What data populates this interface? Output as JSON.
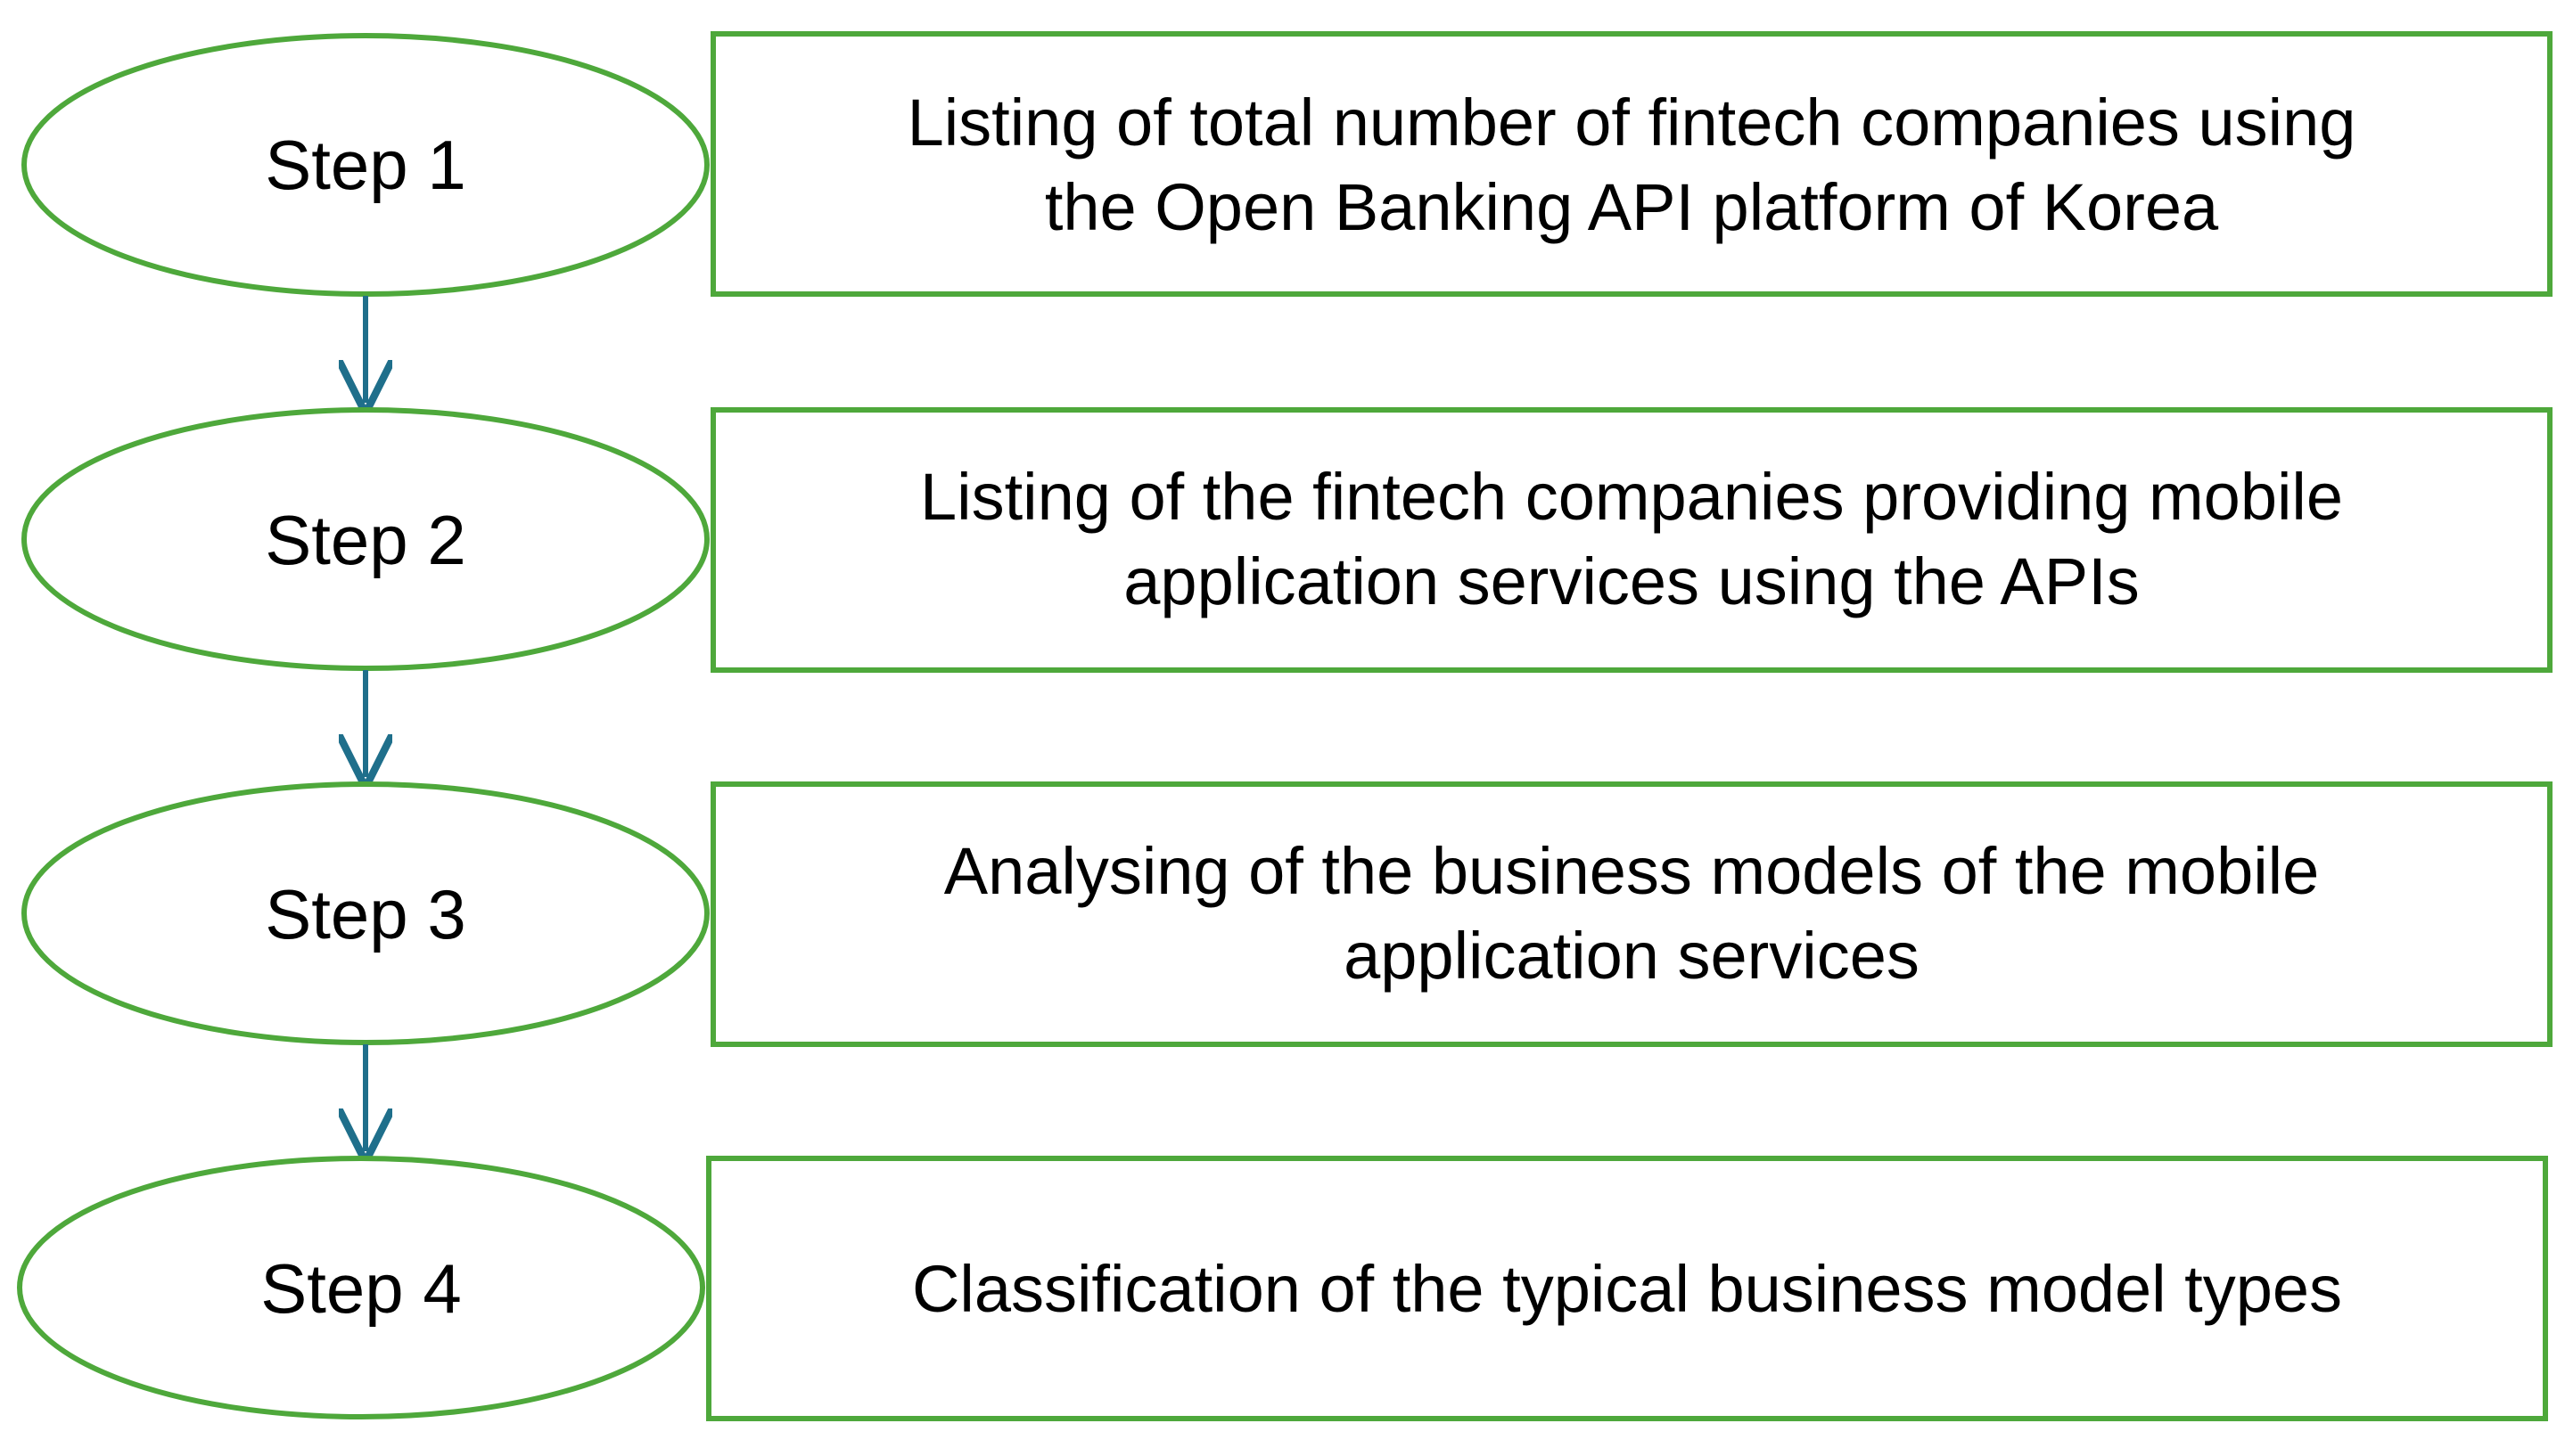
{
  "colors": {
    "border": "#4ea83b",
    "arrow": "#1f6f8b",
    "text": "#000000",
    "background": "#ffffff"
  },
  "steps": [
    {
      "label": "Step 1",
      "description_lines": [
        "Listing of total number of fintech companies using",
        "the Open Banking API platform of Korea"
      ]
    },
    {
      "label": "Step 2",
      "description_lines": [
        "Listing of the fintech companies providing mobile",
        "application services using the APIs"
      ]
    },
    {
      "label": "Step 3",
      "description_lines": [
        "Analysing of the business models of the mobile",
        "application services"
      ]
    },
    {
      "label": "Step 4",
      "description_lines": [
        "Classification of the typical business model types"
      ]
    }
  ]
}
